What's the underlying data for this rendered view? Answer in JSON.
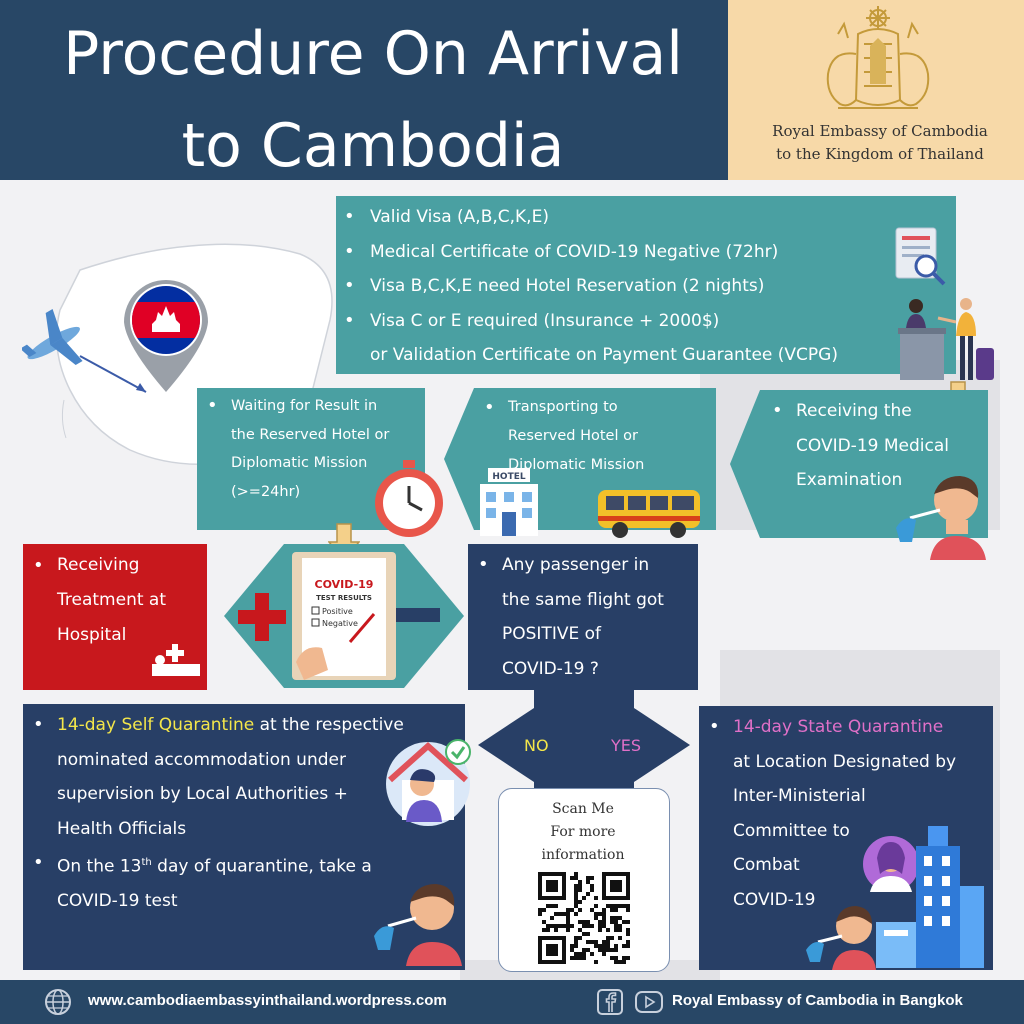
{
  "header": {
    "title_line1": "Procedure On Arrival",
    "title_line2": "to Cambodia",
    "embassy_line1": "Royal Embassy of Cambodia",
    "embassy_line2": "to the Kingdom of Thailand"
  },
  "requirements": [
    "Valid Visa (A,B,C,K,E)",
    "Medical Certificate of COVID-19 Negative (72hr)",
    "Visa B,C,K,E need Hotel Reservation (2 nights)",
    "Visa C or E required (Insurance + 2000$)",
    "or Validation Certificate on Payment Guarantee (VCPG)"
  ],
  "steps": {
    "receiving_exam_line1": "Receiving the",
    "receiving_exam_line2": "COVID-19 Medical",
    "receiving_exam_line3": "Examination",
    "transport_line1": "Transporting to",
    "transport_line2": "Reserved Hotel or",
    "transport_line3": "Diplomatic Mission",
    "hotel_sign": "HOTEL",
    "waiting_line1": "Waiting for Result in",
    "waiting_line2": "the Reserved Hotel or",
    "waiting_line3": "Diplomatic Mission",
    "waiting_line4": "(>=24hr)",
    "test_title": "COVID-19",
    "test_subtitle": "TEST RESULTS",
    "test_positive": "Positive",
    "test_negative": "Negative",
    "hospital_line1": "Receiving",
    "hospital_line2": "Treatment at",
    "hospital_line3": "Hospital",
    "question_line1": "Any passenger in",
    "question_line2": "the same flight got",
    "question_line3": "POSITIVE of",
    "question_line4": "COVID-19 ?",
    "no_label": "NO",
    "yes_label": "YES"
  },
  "self_quarantine": {
    "highlight": "14-day Self Quarantine",
    "text1": " at the respective",
    "line2": "nominated accommodation under",
    "line3": "supervision by Local Authorities +",
    "line4": "Health Officials",
    "test_pre": "On the 13",
    "test_sup": "th",
    "test_post": " day of quarantine, take a",
    "test_line2": "COVID-19 test"
  },
  "state_quarantine": {
    "highlight": "14-day State Quarantine",
    "line2": "at Location Designated by",
    "line3": "Inter-Ministerial",
    "line4": "Committee to",
    "line5": "Combat",
    "line6": "COVID-19"
  },
  "scan": {
    "line1": "Scan Me",
    "line2": "For more",
    "line3": "information"
  },
  "footer": {
    "url": "www.cambodiaembassyinthailand.wordpress.com",
    "name": "Royal Embassy of Cambodia in Bangkok"
  },
  "icons": [
    "globe-icon",
    "facebook-icon",
    "youtube-icon",
    "plane-icon",
    "cambodia-flag-pin-icon",
    "document-search-icon",
    "checkin-counter-icon",
    "clock-icon",
    "hotel-icon",
    "bus-icon",
    "swab-test-icon",
    "plus-icon",
    "minus-icon",
    "hospital-bed-icon",
    "house-person-icon",
    "nurse-icon",
    "building-icon",
    "qr-code"
  ],
  "colors": {
    "navy": "#284766",
    "teal": "#4aa0a2",
    "red": "#c8181d",
    "cream": "#f7d9a8",
    "yellow": "#f4e64a",
    "pink": "#e070c8"
  }
}
